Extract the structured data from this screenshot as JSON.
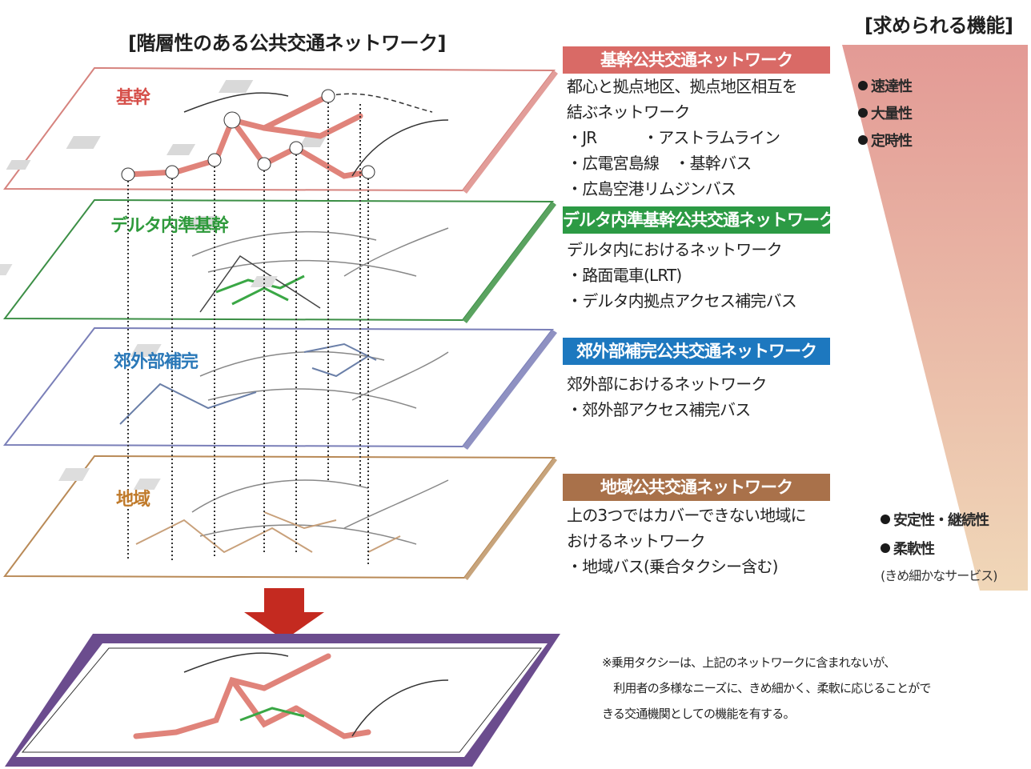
{
  "diagram_title": "[階層性のある公共交通ネットワーク]",
  "functions_title": "[求められる機能]",
  "layers": [
    {
      "label": "基幹",
      "color": "#d64f4a",
      "header": "基幹公共交通ネットワーク",
      "header_color": "#d96a66",
      "desc": [
        "都心と拠点地区、拠点地区相互を",
        "結ぶネットワーク",
        "・JR　　　・アストラムライン",
        "・広電宮島線　・基幹バス",
        "・広島空港リムジンバス"
      ]
    },
    {
      "label": "デルタ内準基幹",
      "color": "#2f9a3c",
      "header": "デルタ内準基幹公共交通ネットワーク",
      "header_color": "#2c9a44",
      "desc": [
        "デルタ内におけるネットワーク",
        "・路面電車(LRT)",
        "・デルタ内拠点アクセス補完バス"
      ]
    },
    {
      "label": "郊外部補完",
      "color": "#2a78b8",
      "header": "郊外部補完公共交通ネットワーク",
      "header_color": "#1d78bf",
      "desc": [
        "郊外部におけるネットワーク",
        "・郊外部アクセス補完バス"
      ]
    },
    {
      "label": "地域",
      "color": "#c07a2a",
      "header": "地域公共交通ネットワーク",
      "header_color": "#a9714a",
      "desc": [
        "上の3つではカバーできない地域に",
        "おけるネットワーク",
        "・地域バス(乗合タクシー含む)"
      ]
    }
  ],
  "functions": {
    "top": [
      "速達性",
      "大量性",
      "定時性"
    ],
    "bottom": [
      "安定性・継続性",
      "柔軟性"
    ],
    "bottom_note": "(きめ細かなサービス)"
  },
  "footnote": [
    "※乗用タクシーは、上記のネットワークに含まれないが、",
    "　利用者の多様なニーズに、きめ細かく、柔軟に応じることがで",
    "きる交通機関としての機能を有する。"
  ],
  "colors": {
    "arrow": "#c42a20",
    "wedge_top": "#e39a95",
    "wedge_bottom": "#f0d7b8",
    "combined_frame": "#6b4c8e",
    "route_main": "#e0837a"
  }
}
